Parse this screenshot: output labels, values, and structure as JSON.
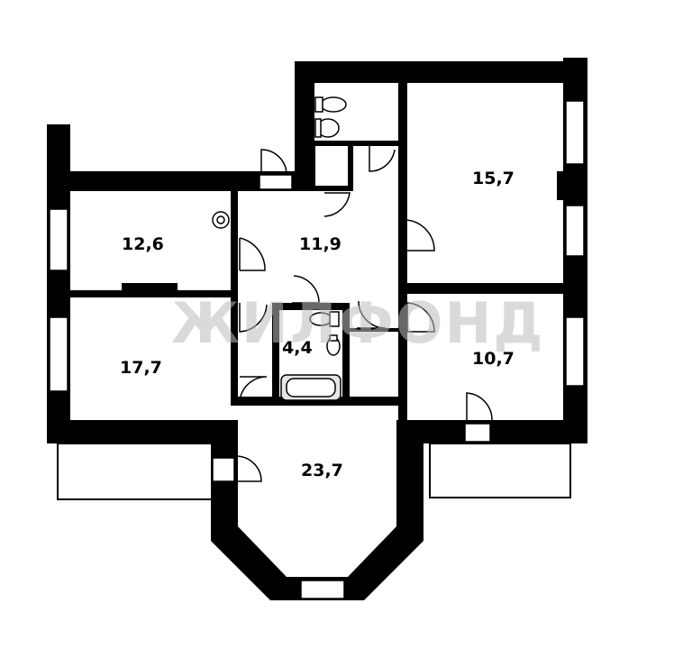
{
  "watermark": "ЖИЛФОНД",
  "rooms": [
    {
      "id": "room-12-6",
      "area": "12,6"
    },
    {
      "id": "room-11-9",
      "area": "11,9"
    },
    {
      "id": "room-15-7",
      "area": "15,7"
    },
    {
      "id": "room-17-7",
      "area": "17,7"
    },
    {
      "id": "room-4-4",
      "area": "4,4"
    },
    {
      "id": "room-10-7",
      "area": "10,7"
    },
    {
      "id": "room-23-7",
      "area": "23,7"
    }
  ],
  "colors": {
    "wall": "#000000",
    "watermark": "#bdbdbd",
    "background": "#ffffff"
  }
}
